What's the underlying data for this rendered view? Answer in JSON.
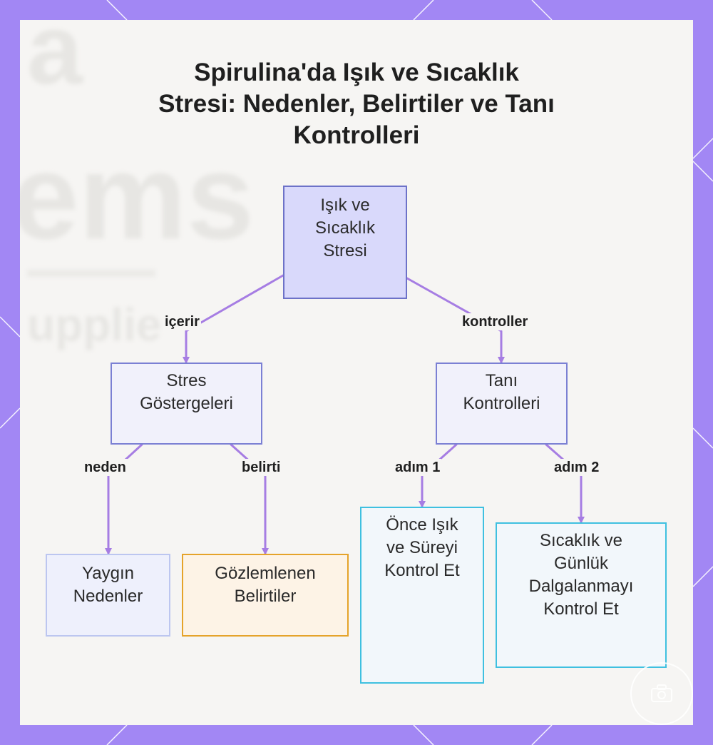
{
  "title": "Spirulina'da Işık ve Sıcaklık Stresi: Nedenler, Belirtiler ve Tanı Kontrolleri",
  "title_lines": [
    "Spirulina'da Işık ve Sıcaklık",
    "Stresi: Nedenler, Belirtiler ve Tanı",
    "Kontrolleri"
  ],
  "nodes": {
    "root": [
      "Işık ve",
      "Sıcaklık",
      "Stresi"
    ],
    "stres": [
      "Stres",
      "Göstergeleri"
    ],
    "tani": [
      "Tanı",
      "Kontrolleri"
    ],
    "yaygin": [
      "Yaygın",
      "Nedenler"
    ],
    "gozlem": [
      "Gözlemlenen",
      "Belirtiler"
    ],
    "once": [
      "Önce Işık",
      "ve Süreyi",
      "Kontrol Et"
    ],
    "sicak": [
      "Sıcaklık ve",
      "Günlük",
      "Dalgalanmayı",
      "Kontrol Et"
    ]
  },
  "edges": {
    "icerir": "içerir",
    "kontroller": "kontroller",
    "neden": "neden",
    "belirti": "belirti",
    "adim1": "adım 1",
    "adim2": "adım 2"
  },
  "colors": {
    "frame": "#a287f4",
    "background": "#f6f5f3",
    "connector": "#a67de3",
    "root_fill": "#d9d9fb",
    "root_border": "#6d72c8",
    "mid_border": "#7b80d4",
    "cause_border": "#bcc6f0",
    "symptom_border": "#e5a32a",
    "step_border": "#3fc0e0"
  }
}
